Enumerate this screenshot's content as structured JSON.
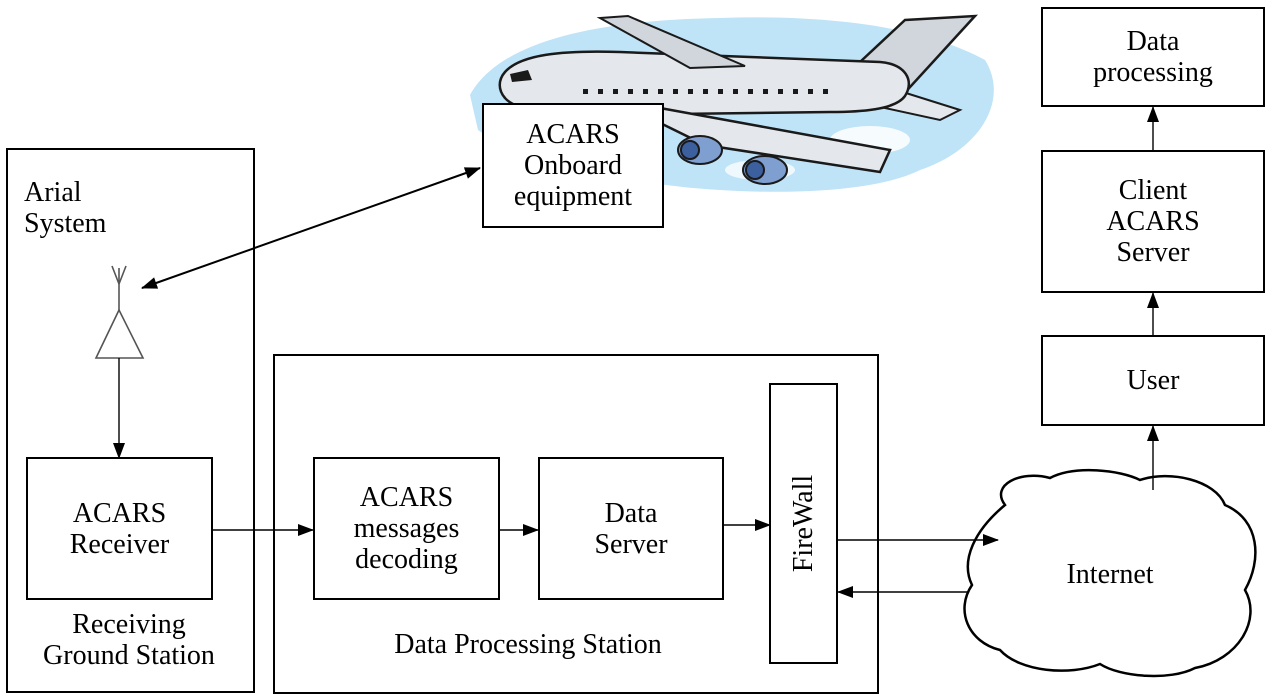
{
  "nodes": {
    "onboard": "ACARS\nOnboard\nequipment",
    "arial_system": "Arial\nSystem",
    "receiver": "ACARS\nReceiver",
    "receiving_station": "Receiving\nGround Station",
    "decoding": "ACARS\nmessages\ndecoding",
    "data_server": "Data\nServer",
    "firewall": "FireWall",
    "dps_label": "Data Processing Station",
    "internet": "Internet",
    "user": "User",
    "client_server": "Client\nACARS\nServer",
    "data_processing": "Data\nprocessing"
  },
  "edges": [
    {
      "from": "onboard",
      "to": "antenna",
      "bidirectional": true
    },
    {
      "from": "antenna",
      "to": "receiver"
    },
    {
      "from": "receiver",
      "to": "decoding"
    },
    {
      "from": "decoding",
      "to": "data_server"
    },
    {
      "from": "data_server",
      "to": "firewall"
    },
    {
      "from": "firewall",
      "to": "internet"
    },
    {
      "from": "internet",
      "to": "firewall"
    },
    {
      "from": "internet",
      "to": "user"
    },
    {
      "from": "user",
      "to": "client_server"
    },
    {
      "from": "client_server",
      "to": "data_processing"
    }
  ],
  "colors": {
    "line": "#000000",
    "antenna": "#555555",
    "sky": "#bfe3f7",
    "airplane_body": "#e4e8ec",
    "airplane_outline": "#1a1a1a",
    "engine": "#7f9fd0"
  },
  "icons": [
    "airplane-illustration",
    "antenna-icon",
    "internet-cloud"
  ]
}
